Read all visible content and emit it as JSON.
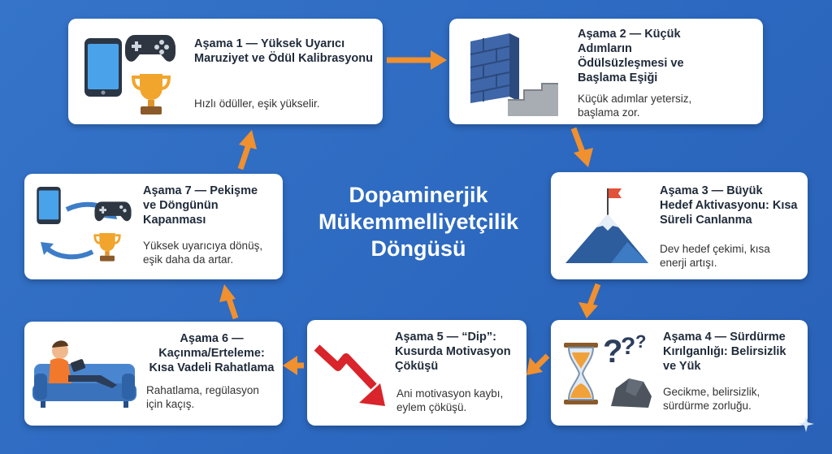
{
  "center_title": [
    "Dopaminerjik",
    "Mükemmelliyetçilik",
    "Döngüsü"
  ],
  "stages": [
    {
      "title": "Aşama 1 — Yüksek Uyarıcı Maruziyet ve Ödül Kalibrasyonu",
      "desc": "Hızlı ödüller, eşik yükselir.",
      "icons": [
        "smartphone-icon",
        "gamepad-icon",
        "trophy-icon"
      ]
    },
    {
      "title": "Aşama 2 — Küçük Adımların Ödülsüzleşmesi ve Başlama Eşiği",
      "desc": "Küçük adımlar yetersiz, başlama zor.",
      "icons": [
        "brick-wall-icon",
        "steps-icon"
      ]
    },
    {
      "title": "Aşama 3 — Büyük Hedef Aktivasyonu: Kısa Süreli Canlanma",
      "desc": "Dev hedef çekimi, kısa enerji artışı.",
      "icons": [
        "mountain-flag-icon"
      ]
    },
    {
      "title": "Aşama 4 — Sürdürme Kırılganlığı: Belirsizlik ve Yük",
      "desc": "Gecikme, belirsizlik, sürdürme zorluğu.",
      "icons": [
        "hourglass-icon",
        "question-marks-icon",
        "rock-icon"
      ]
    },
    {
      "title": "Aşama 5 — “Dip”: Kusurda Motivasyon Çöküşü",
      "desc": "Ani motivasyon kaybı, eylem çöküşü.",
      "icons": [
        "falling-arrow-icon"
      ]
    },
    {
      "title": "Aşama 6 — Kaçınma/Erteleme: Kısa Vadeli Rahatlama",
      "desc": "Rahatlama, regülasyon için kaçış.",
      "icons": [
        "person-on-sofa-icon"
      ]
    },
    {
      "title": "Aşama 7 — Pekişme ve Döngünün Kapanması",
      "desc": "Yüksek uyarıcıya dönüş, eşik daha da artar.",
      "icons": [
        "smartphone-icon",
        "cycle-arrows-icon",
        "gamepad-icon",
        "trophy-icon"
      ]
    }
  ],
  "colors": {
    "background": "#2f6fc4",
    "arrow": "#f0902e",
    "card": "#ffffff",
    "title_text": "#1f2a3a"
  }
}
